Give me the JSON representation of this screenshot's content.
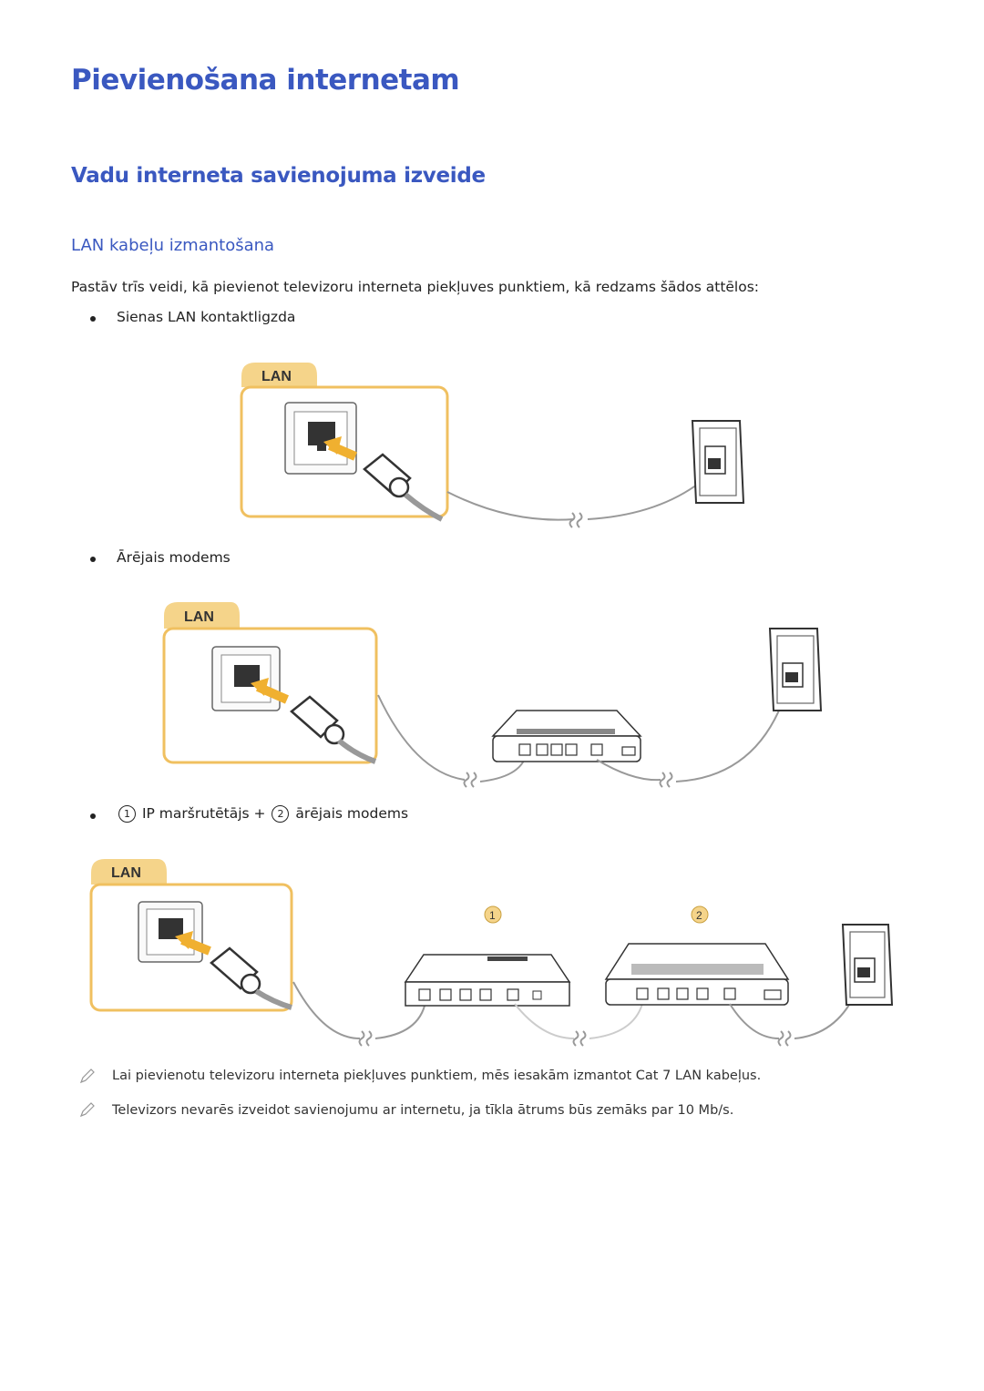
{
  "page": {
    "title": "Pievienošana internetam",
    "section_title": "Vadu interneta savienojuma izveide",
    "subsection_title": "LAN kabeļu izmantošana",
    "intro": "Pastāv trīs veidi, kā pievienot televizoru interneta piekļuves punktiem, kā redzams šādos attēlos:"
  },
  "options": [
    {
      "label": "Sienas LAN kontaktligzda"
    },
    {
      "label": "Ārējais modems"
    },
    {
      "num1": "1",
      "text1": "IP maršrutētājs +",
      "num2": "2",
      "text2": "ārējais modems"
    }
  ],
  "diagrams": {
    "lan_tab": "LAN",
    "router_number": "1",
    "modem_number": "2"
  },
  "notes": [
    "Lai pievienotu televizoru interneta piekļuves punktiem, mēs iesakām izmantot Cat 7 LAN kabeļus.",
    "Televizors nevarēs izveidot savienojumu ar internetu, ja tīkla ātrums būs zemāks par 10 Mb/s."
  ],
  "colors": {
    "heading": "#3a58c0",
    "lan_tab": "#f5d48a",
    "lan_border": "#f0c060"
  }
}
